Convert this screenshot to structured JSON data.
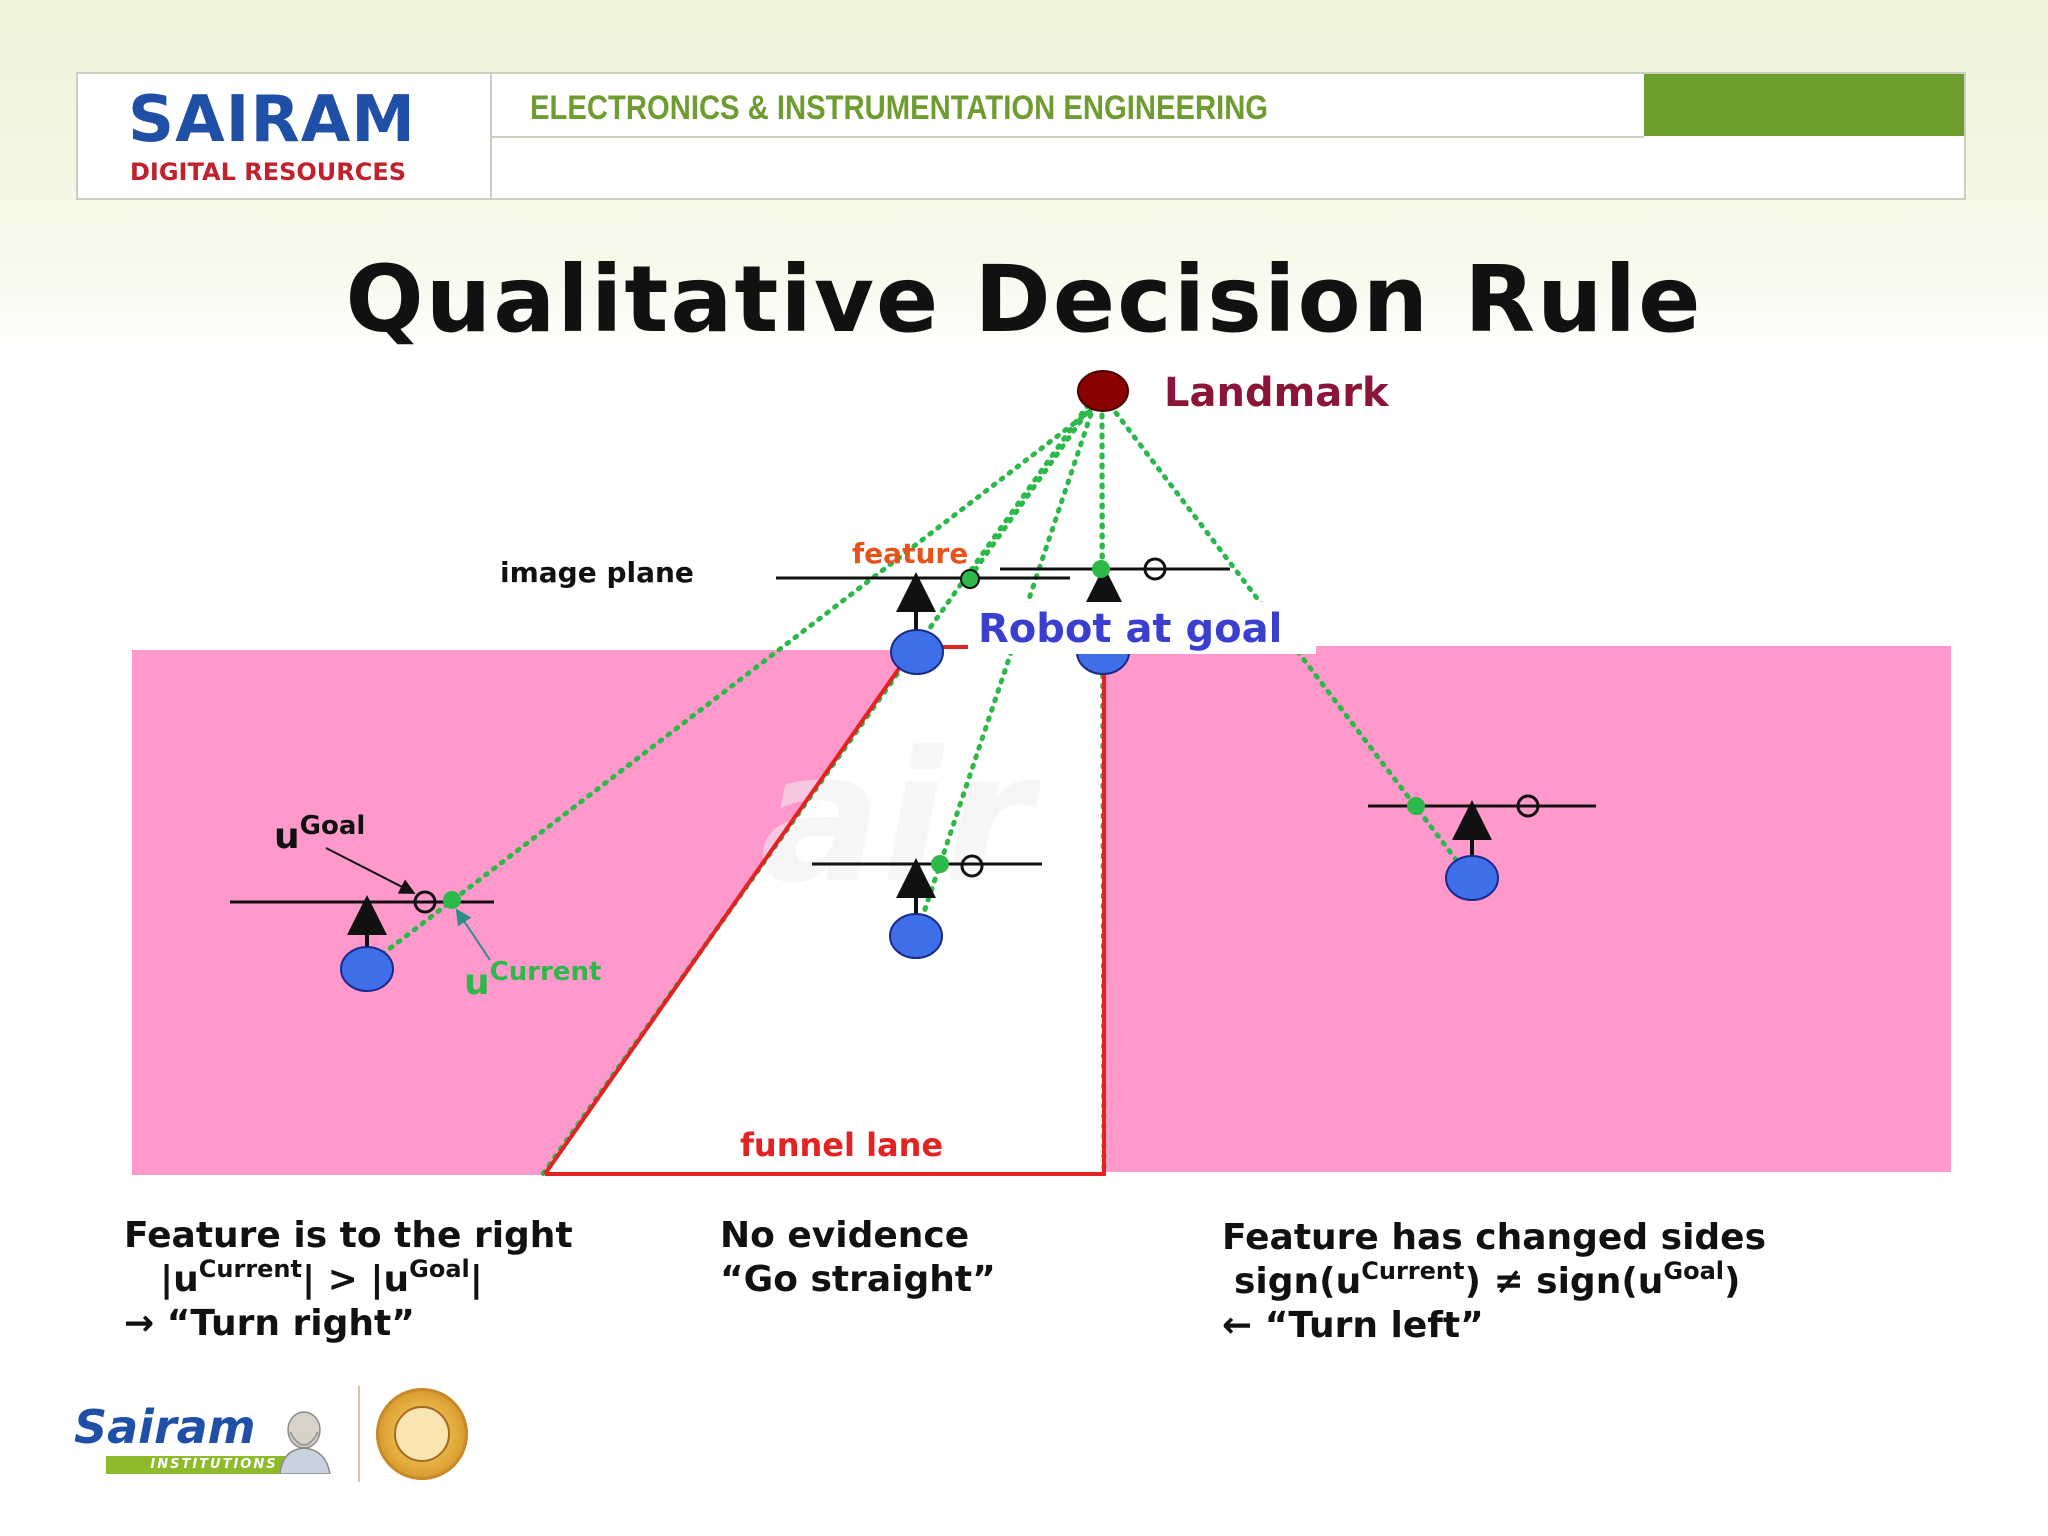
{
  "header": {
    "brand_name": "SAIRAM",
    "brand_sub": "DIGITAL RESOURCES",
    "department": "ELECTRONICS & INSTRUMENTATION ENGINEERING"
  },
  "slide": {
    "title": "Qualitative Decision Rule"
  },
  "diagram": {
    "landmark_label": "Landmark",
    "image_plane_label": "image plane",
    "feature_label": "feature",
    "robot_at_goal_label": "Robot at goal",
    "u_goal_base": "u",
    "u_goal_sup": "Goal",
    "u_current_base": "u",
    "u_current_sup": "Current",
    "funnel_lane_label": "funnel lane",
    "colors": {
      "zone": "#ff99cc",
      "robot": "#3f6fe8",
      "landmark": "#8b0000",
      "rays": "#2db84a",
      "funnel": "#e32222",
      "landmark_text": "#8b1538",
      "robot_text": "#3b3fd0"
    }
  },
  "captions": {
    "left": {
      "line1": "Feature  is to the right",
      "line2_a": "|u",
      "line2_sup1": "Current",
      "line2_b": "|  > |u",
      "line2_sup2": "Goal",
      "line2_c": "|",
      "line3": "→ “Turn right”"
    },
    "middle": {
      "line1": "No evidence",
      "line2": "“Go straight”"
    },
    "right": {
      "line1": "Feature has changed sides",
      "line2_a": "sign(u",
      "line2_sup1": "Current",
      "line2_b": ") ≠ sign(u",
      "line2_sup2": "Goal",
      "line2_c": ")",
      "line3": "← “Turn left”"
    }
  },
  "footer": {
    "logo_word": "Sairam",
    "logo_tag": "INSTITUTIONS",
    "seal_icon": "institution-seal-icon",
    "portrait_icon": "founder-portrait-icon"
  }
}
